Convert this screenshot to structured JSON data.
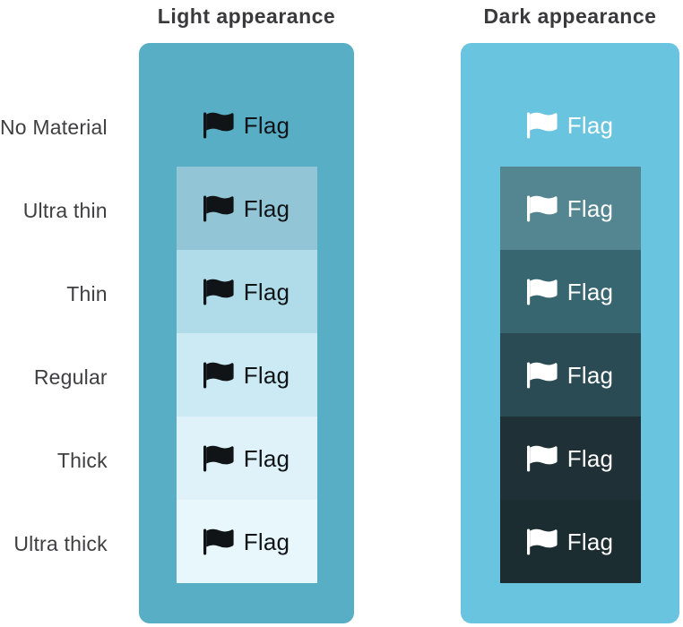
{
  "header": {
    "light_title": "Light appearance",
    "dark_title": "Dark appearance"
  },
  "materials": [
    "No Material",
    "Ultra thin",
    "Thin",
    "Regular",
    "Thick",
    "Ultra thick"
  ],
  "item_label": "Flag",
  "icon": "flag-fill-icon",
  "colors": {
    "page_bg": "#ffffff",
    "title_text": "#3a3a3c",
    "label_text": "#3f3f41",
    "light_panel_bg": "#58aec5",
    "dark_panel_bg": "#69c4df",
    "light_item_fg": "#101417",
    "dark_item_fg": "#ffffff",
    "light_materials": [
      "transparent",
      "#92c5d5",
      "#b0dce9",
      "#cbeaf3",
      "#dff2f9",
      "#e8f7fb"
    ],
    "dark_materials": [
      "transparent",
      "#538690",
      "#386670",
      "#2a4b54",
      "#1f3036",
      "#1c2d32"
    ]
  }
}
